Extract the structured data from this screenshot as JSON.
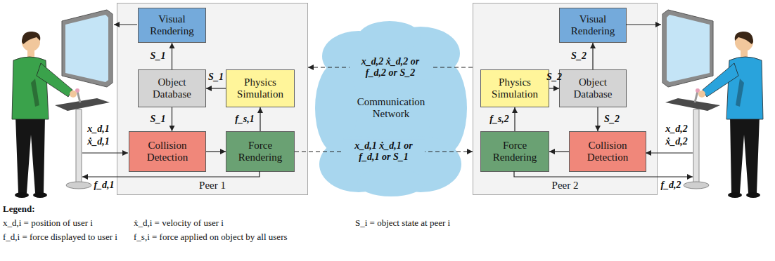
{
  "diagram": {
    "nodes": [
      {
        "text": [
          "Peer 1"
        ]
      },
      {
        "text": [
          "Visual Rendering"
        ],
        "in": 0
      },
      {
        "text": [
          "Object Database"
        ],
        "in": 0
      },
      {
        "text": [
          "Physics Simulation"
        ],
        "in": 0
      },
      {
        "text": [
          "Collision Detection"
        ],
        "in": 0
      },
      {
        "text": [
          "Force Rendering"
        ],
        "in": 0
      },
      {
        "text": [
          "Communication Network"
        ]
      },
      {
        "text": [
          "Peer 2"
        ]
      },
      {
        "text": [
          "Visual Rendering"
        ],
        "in": 7
      },
      {
        "text": [
          "Physics Simulation"
        ],
        "in": 7
      },
      {
        "text": [
          "Object Database"
        ],
        "in": 7
      },
      {
        "text": [
          "Force Rendering"
        ],
        "in": 7
      },
      {
        "text": [
          "Collision Detection"
        ],
        "in": 7
      }
    ],
    "edges": [
      {
        "from": 2,
        "to": 1,
        "label": "S_1",
        "arrow": "to"
      },
      {
        "from": 3,
        "to": 2,
        "label": "S_1",
        "arrow": "to"
      },
      {
        "from": 2,
        "to": 4,
        "label": "S_1",
        "arrow": "to"
      },
      {
        "from": 4,
        "to": 5,
        "arrow": "to"
      },
      {
        "from": 5,
        "to": 3,
        "label": "f_s,1",
        "arrow": "to"
      },
      {
        "from": 5,
        "to": 7,
        "label": "x_d,1 ẋ_d,1 or f_d,1 or S_1",
        "arrow": "to"
      },
      {
        "from": 7,
        "to": 0,
        "label": "x_d,2 ẋ_d,2 or f_d,2 or S_2",
        "arrow": "to"
      },
      {
        "from": 10,
        "to": 8,
        "label": "S_2",
        "arrow": "to"
      },
      {
        "from": 9,
        "to": 10,
        "label": "S_2",
        "arrow": "to"
      },
      {
        "from": 10,
        "to": 12,
        "label": "S_2",
        "arrow": "to"
      },
      {
        "from": 12,
        "to": 11,
        "arrow": "to"
      },
      {
        "from": 11,
        "to": 9,
        "label": "f_s,2",
        "arrow": "to"
      }
    ],
    "labels": [
      "x_d,1",
      "ẋ_d,1",
      "f_d,1",
      "x_d,2",
      "ẋ_d,2",
      "f_d,2",
      "Legend:"
    ],
    "legend": [
      {
        "text": "x_d,i = position of user i"
      },
      {
        "text": "ẋ_d,i = velocity of user i"
      },
      {
        "text": "S_i = object state at peer i"
      },
      {
        "text": "f_d,i = force displayed to user i"
      },
      {
        "text": "f_s,i = force applied on object by all users"
      }
    ]
  }
}
